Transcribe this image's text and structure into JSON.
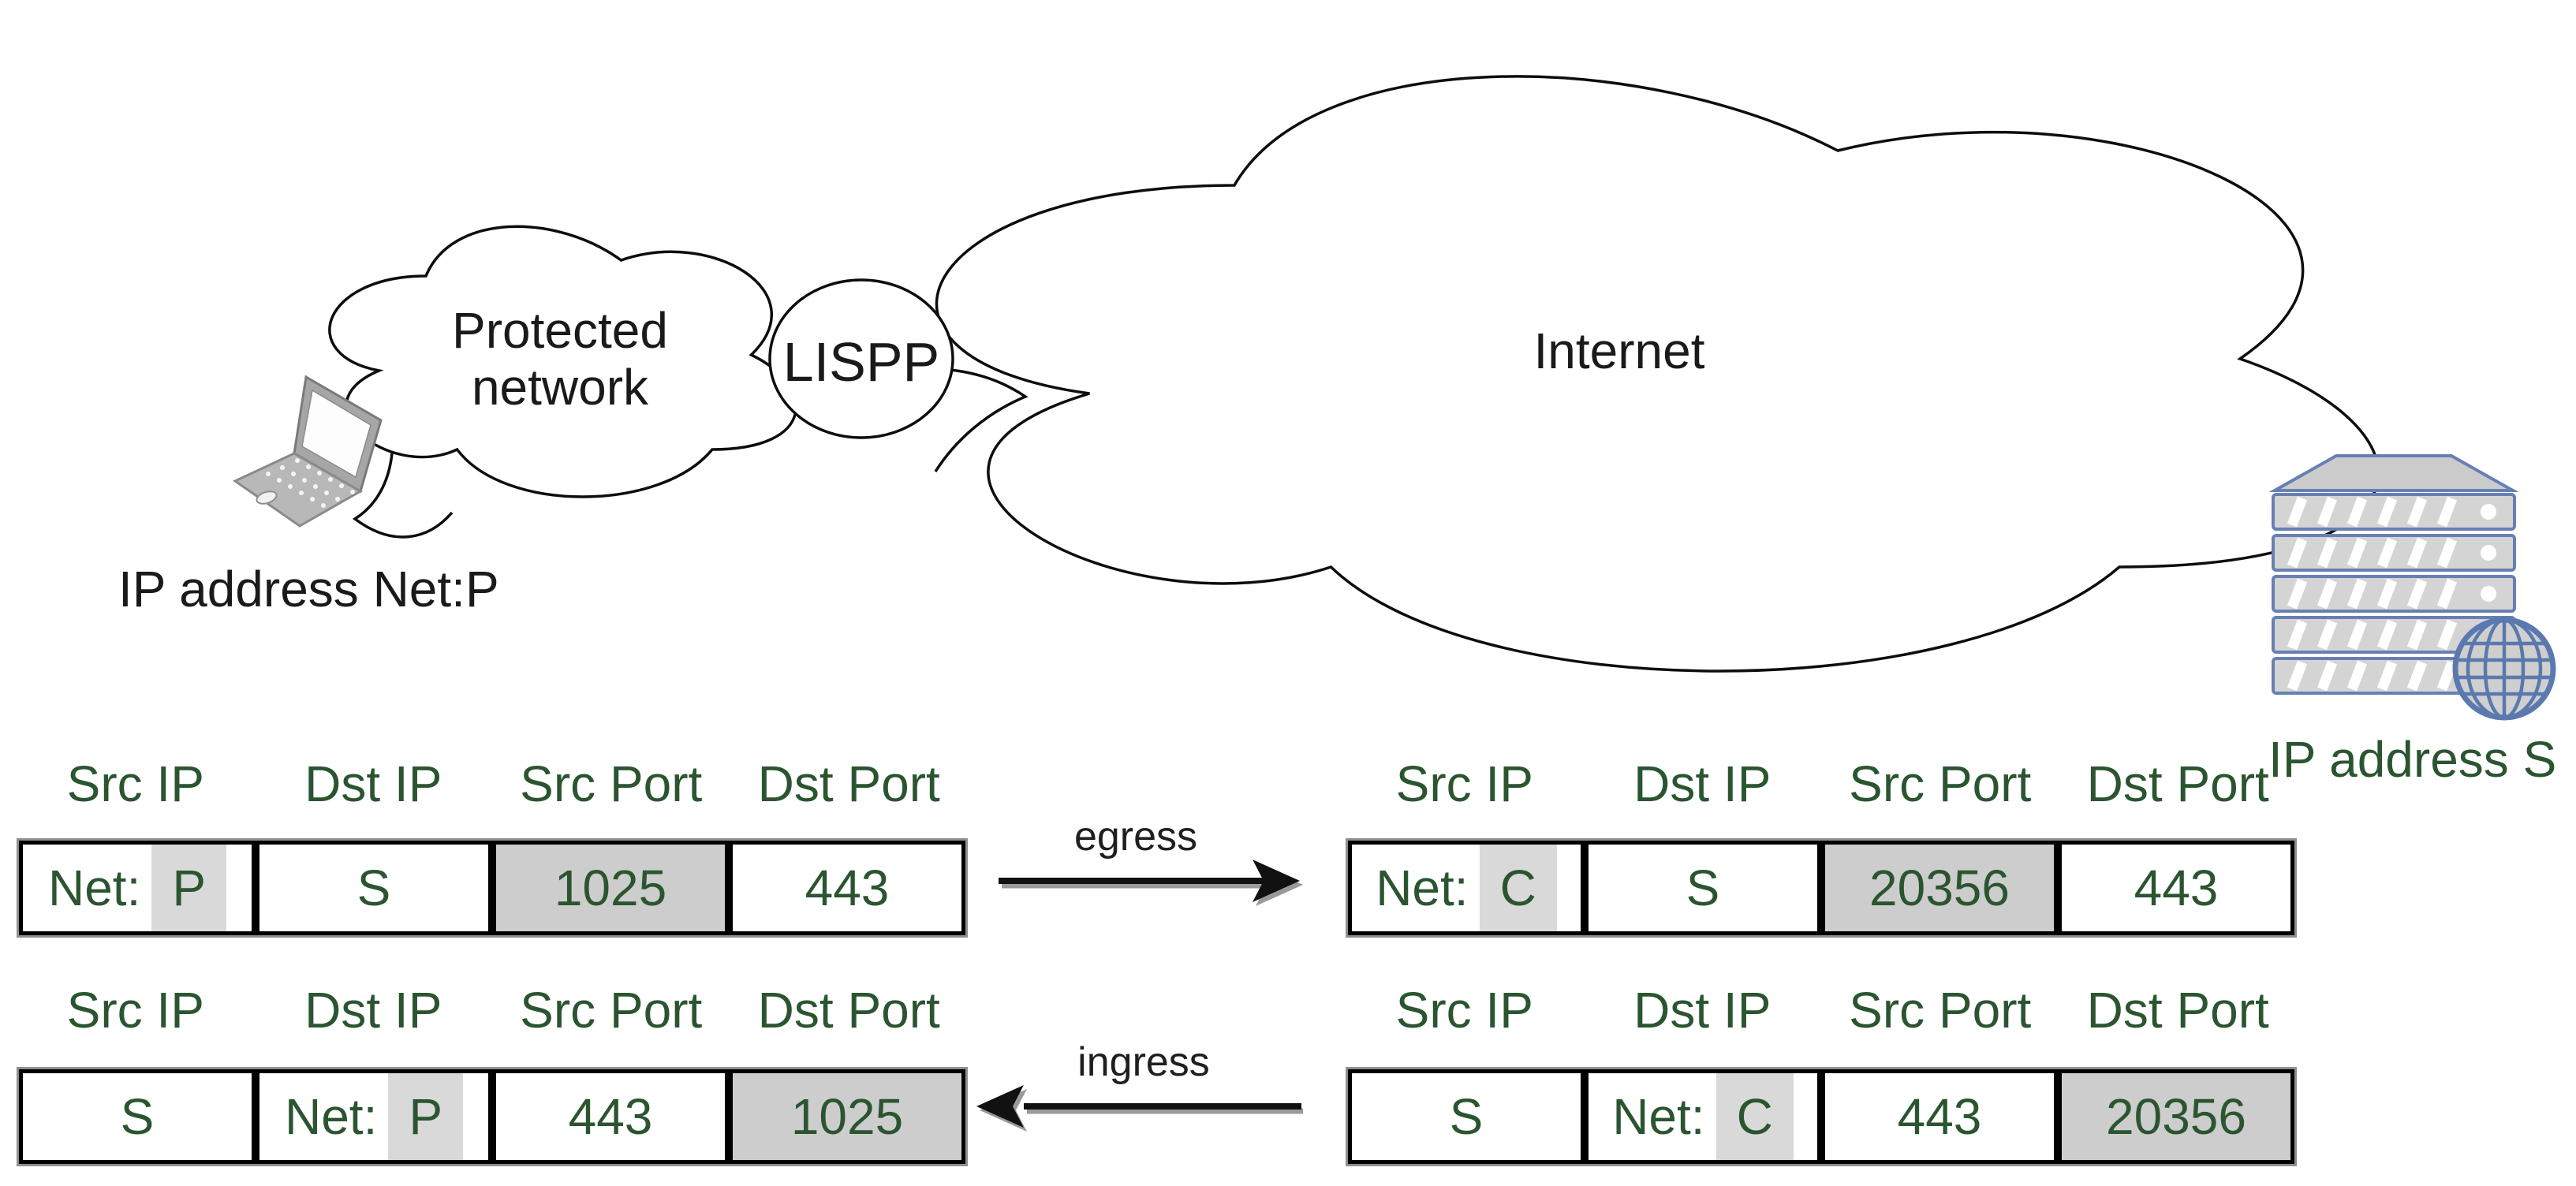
{
  "diagram": {
    "client_label": "IP address Net:P",
    "server_label": "IP address S",
    "protected_cloud": {
      "line1": "Protected",
      "line2": "network"
    },
    "lispp_label": "LISPP",
    "internet_label": "Internet",
    "icons": {
      "client": "laptop-icon",
      "server": "server-rack-icon",
      "server_badge": "globe-icon"
    }
  },
  "flows": {
    "egress_label": "egress",
    "ingress_label": "ingress"
  },
  "tables": {
    "headers": [
      "Src IP",
      "Dst IP",
      "Src Port",
      "Dst Port"
    ],
    "egress": {
      "left": {
        "cells": [
          {
            "text": "Net:",
            "highlight_text": "P",
            "shaded": false
          },
          {
            "text": "S",
            "shaded": false
          },
          {
            "text": "1025",
            "shaded": true
          },
          {
            "text": "443",
            "shaded": false
          }
        ]
      },
      "right": {
        "cells": [
          {
            "text": "Net:",
            "highlight_text": "C",
            "shaded": false
          },
          {
            "text": "S",
            "shaded": false
          },
          {
            "text": "20356",
            "shaded": true
          },
          {
            "text": "443",
            "shaded": false
          }
        ]
      }
    },
    "ingress": {
      "left": {
        "cells": [
          {
            "text": "S",
            "shaded": false
          },
          {
            "text": "Net:",
            "highlight_text": "P",
            "shaded": false
          },
          {
            "text": "443",
            "shaded": false
          },
          {
            "text": "1025",
            "shaded": true
          }
        ]
      },
      "right": {
        "cells": [
          {
            "text": "S",
            "shaded": false
          },
          {
            "text": "Net:",
            "highlight_text": "C",
            "shaded": false
          },
          {
            "text": "443",
            "shaded": false
          },
          {
            "text": "20356",
            "shaded": true
          }
        ]
      }
    }
  },
  "colors": {
    "table_text_green": "#2b5530",
    "shaded_cell_gray": "#cdcdcd",
    "highlight_band_gray": "#d9d9d9",
    "server_border_blue": "#6780b4",
    "globe_blue": "#5b79ae",
    "outline_black": "#0d0d0d"
  }
}
